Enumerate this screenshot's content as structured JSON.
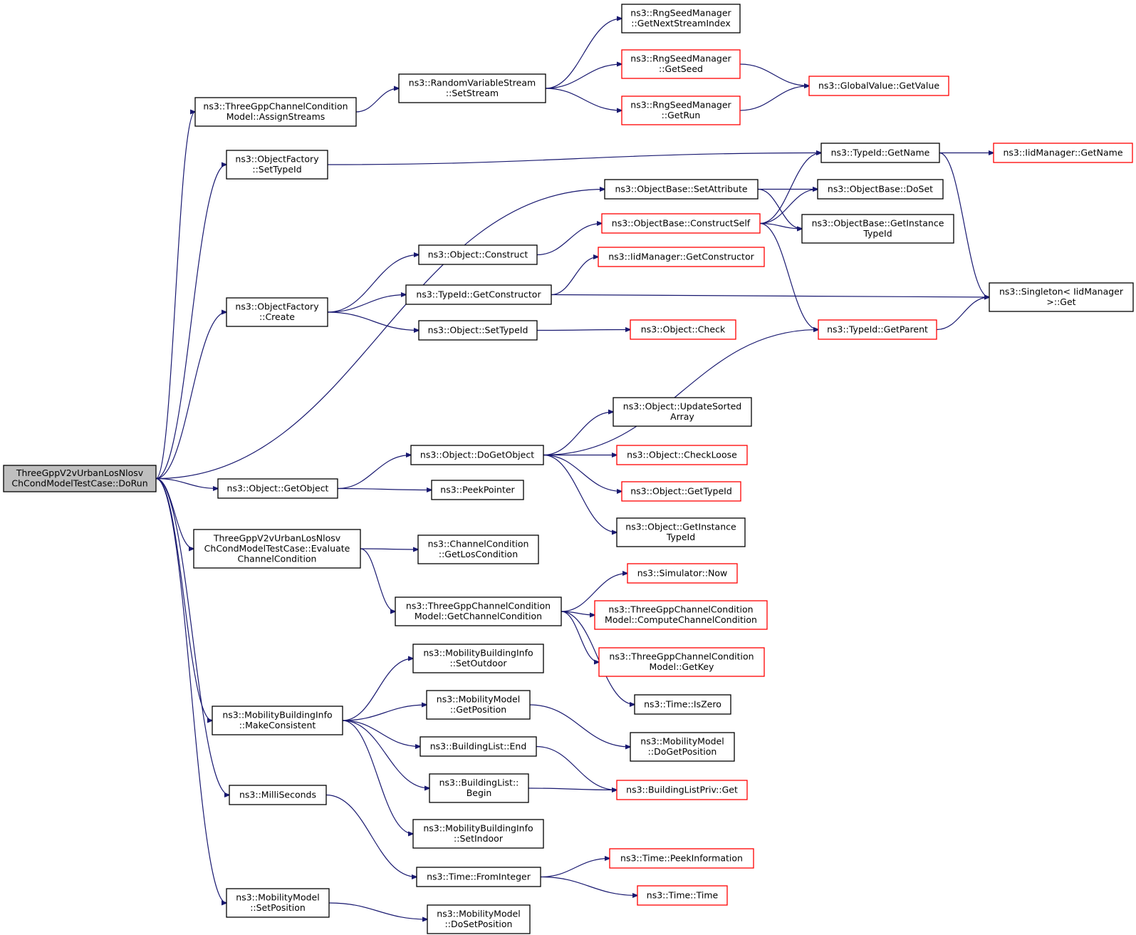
{
  "colors": {
    "edge": "#191970",
    "node_border": "#000000",
    "truncated_border": "#ff0000",
    "root_fill": "#bfbfbf"
  },
  "nodes": {
    "root": {
      "lines": [
        "ThreeGppV2vUrbanLosNlosv",
        "ChCondModelTestCase::DoRun"
      ],
      "style": "root"
    },
    "assignStreams": {
      "lines": [
        "ns3::ThreeGppChannelCondition",
        "Model::AssignStreams"
      ],
      "style": "normal"
    },
    "setStream": {
      "lines": [
        "ns3::RandomVariableStream",
        "::SetStream"
      ],
      "style": "normal"
    },
    "getNextStreamIndex": {
      "lines": [
        "ns3::RngSeedManager",
        "::GetNextStreamIndex"
      ],
      "style": "normal"
    },
    "getSeed": {
      "lines": [
        "ns3::RngSeedManager",
        "::GetSeed"
      ],
      "style": "red"
    },
    "getRun": {
      "lines": [
        "ns3::RngSeedManager",
        "::GetRun"
      ],
      "style": "red"
    },
    "globalGetValue": {
      "lines": [
        "ns3::GlobalValue::GetValue"
      ],
      "style": "red"
    },
    "ofSetTypeId": {
      "lines": [
        "ns3::ObjectFactory",
        "::SetTypeId"
      ],
      "style": "normal"
    },
    "typeIdGetName": {
      "lines": [
        "ns3::TypeId::GetName"
      ],
      "style": "normal"
    },
    "iidGetName": {
      "lines": [
        "ns3::IidManager::GetName"
      ],
      "style": "red"
    },
    "setAttribute": {
      "lines": [
        "ns3::ObjectBase::SetAttribute"
      ],
      "style": "normal"
    },
    "doSet": {
      "lines": [
        "ns3::ObjectBase::DoSet"
      ],
      "style": "normal"
    },
    "constructSelf": {
      "lines": [
        "ns3::ObjectBase::ConstructSelf"
      ],
      "style": "red"
    },
    "obGetInstanceTypeId": {
      "lines": [
        "ns3::ObjectBase::GetInstance",
        "TypeId"
      ],
      "style": "normal"
    },
    "objConstruct": {
      "lines": [
        "ns3::Object::Construct"
      ],
      "style": "normal"
    },
    "iidGetConstructor": {
      "lines": [
        "ns3::IidManager::GetConstructor"
      ],
      "style": "red"
    },
    "ofCreate": {
      "lines": [
        "ns3::ObjectFactory",
        "::Create"
      ],
      "style": "normal"
    },
    "typeIdGetConstructor": {
      "lines": [
        "ns3::TypeId::GetConstructor"
      ],
      "style": "normal"
    },
    "singletonGet": {
      "lines": [
        "ns3::Singleton< IidManager",
        " >::Get"
      ],
      "style": "normal"
    },
    "objSetTypeId": {
      "lines": [
        "ns3::Object::SetTypeId"
      ],
      "style": "normal"
    },
    "objCheck": {
      "lines": [
        "ns3::Object::Check"
      ],
      "style": "red"
    },
    "getParent": {
      "lines": [
        "ns3::TypeId::GetParent"
      ],
      "style": "red"
    },
    "updateSortedArray": {
      "lines": [
        "ns3::Object::UpdateSorted",
        "Array"
      ],
      "style": "normal"
    },
    "doGetObject": {
      "lines": [
        "ns3::Object::DoGetObject"
      ],
      "style": "normal"
    },
    "checkLoose": {
      "lines": [
        "ns3::Object::CheckLoose"
      ],
      "style": "red"
    },
    "getObject": {
      "lines": [
        "ns3::Object::GetObject"
      ],
      "style": "normal"
    },
    "peekPointer": {
      "lines": [
        "ns3::PeekPointer"
      ],
      "style": "normal"
    },
    "objGetTypeId": {
      "lines": [
        "ns3::Object::GetTypeId"
      ],
      "style": "red"
    },
    "objGetInstanceTypeId": {
      "lines": [
        "ns3::Object::GetInstance",
        "TypeId"
      ],
      "style": "normal"
    },
    "evaluate": {
      "lines": [
        "ThreeGppV2vUrbanLosNlosv",
        "ChCondModelTestCase::Evaluate",
        "ChannelCondition"
      ],
      "style": "normal"
    },
    "getLosCondition": {
      "lines": [
        "ns3::ChannelCondition",
        "::GetLosCondition"
      ],
      "style": "normal"
    },
    "simNow": {
      "lines": [
        "ns3::Simulator::Now"
      ],
      "style": "red"
    },
    "getChannelCondition": {
      "lines": [
        "ns3::ThreeGppChannelCondition",
        "Model::GetChannelCondition"
      ],
      "style": "normal"
    },
    "computeChannelCondition": {
      "lines": [
        "ns3::ThreeGppChannelCondition",
        "Model::ComputeChannelCondition"
      ],
      "style": "red"
    },
    "getKey": {
      "lines": [
        "ns3::ThreeGppChannelCondition",
        "Model::GetKey"
      ],
      "style": "red"
    },
    "setOutdoor": {
      "lines": [
        "ns3::MobilityBuildingInfo",
        "::SetOutdoor"
      ],
      "style": "normal"
    },
    "isZero": {
      "lines": [
        "ns3::Time::IsZero"
      ],
      "style": "normal"
    },
    "mmGetPosition": {
      "lines": [
        "ns3::MobilityModel",
        "::GetPosition"
      ],
      "style": "normal"
    },
    "makeConsistent": {
      "lines": [
        "ns3::MobilityBuildingInfo",
        "::MakeConsistent"
      ],
      "style": "normal"
    },
    "doGetPosition": {
      "lines": [
        "ns3::MobilityModel",
        "::DoGetPosition"
      ],
      "style": "normal"
    },
    "blEnd": {
      "lines": [
        "ns3::BuildingList::End"
      ],
      "style": "normal"
    },
    "blBegin": {
      "lines": [
        "ns3::BuildingList::",
        "Begin"
      ],
      "style": "normal"
    },
    "blPrivGet": {
      "lines": [
        "ns3::BuildingListPriv::Get"
      ],
      "style": "red"
    },
    "milliSeconds": {
      "lines": [
        "ns3::MilliSeconds"
      ],
      "style": "normal"
    },
    "setIndoor": {
      "lines": [
        "ns3::MobilityBuildingInfo",
        "::SetIndoor"
      ],
      "style": "normal"
    },
    "peekInformation": {
      "lines": [
        "ns3::Time::PeekInformation"
      ],
      "style": "red"
    },
    "fromInteger": {
      "lines": [
        "ns3::Time::FromInteger"
      ],
      "style": "normal"
    },
    "timeTime": {
      "lines": [
        "ns3::Time::Time"
      ],
      "style": "red"
    },
    "mmSetPosition": {
      "lines": [
        "ns3::MobilityModel",
        "::SetPosition"
      ],
      "style": "normal"
    },
    "doSetPosition": {
      "lines": [
        "ns3::MobilityModel",
        "::DoSetPosition"
      ],
      "style": "normal"
    }
  },
  "edges": [
    [
      "root",
      "assignStreams"
    ],
    [
      "root",
      "ofSetTypeId"
    ],
    [
      "root",
      "setAttribute"
    ],
    [
      "root",
      "ofCreate"
    ],
    [
      "root",
      "getObject"
    ],
    [
      "root",
      "evaluate"
    ],
    [
      "root",
      "makeConsistent"
    ],
    [
      "root",
      "milliSeconds"
    ],
    [
      "root",
      "mmSetPosition"
    ],
    [
      "assignStreams",
      "setStream"
    ],
    [
      "setStream",
      "getNextStreamIndex"
    ],
    [
      "setStream",
      "getSeed"
    ],
    [
      "setStream",
      "getRun"
    ],
    [
      "getSeed",
      "globalGetValue"
    ],
    [
      "getRun",
      "globalGetValue"
    ],
    [
      "ofSetTypeId",
      "typeIdGetName"
    ],
    [
      "typeIdGetName",
      "iidGetName"
    ],
    [
      "typeIdGetName",
      "singletonGet"
    ],
    [
      "setAttribute",
      "doSet"
    ],
    [
      "setAttribute",
      "obGetInstanceTypeId"
    ],
    [
      "constructSelf",
      "typeIdGetName"
    ],
    [
      "constructSelf",
      "doSet"
    ],
    [
      "constructSelf",
      "obGetInstanceTypeId"
    ],
    [
      "constructSelf",
      "getParent"
    ],
    [
      "ofCreate",
      "objConstruct"
    ],
    [
      "ofCreate",
      "typeIdGetConstructor"
    ],
    [
      "ofCreate",
      "objSetTypeId"
    ],
    [
      "objConstruct",
      "constructSelf"
    ],
    [
      "typeIdGetConstructor",
      "iidGetConstructor"
    ],
    [
      "typeIdGetConstructor",
      "singletonGet"
    ],
    [
      "objSetTypeId",
      "objCheck"
    ],
    [
      "getParent",
      "singletonGet"
    ],
    [
      "getObject",
      "doGetObject"
    ],
    [
      "getObject",
      "peekPointer"
    ],
    [
      "doGetObject",
      "getParent"
    ],
    [
      "doGetObject",
      "updateSortedArray"
    ],
    [
      "doGetObject",
      "checkLoose"
    ],
    [
      "doGetObject",
      "objGetTypeId"
    ],
    [
      "doGetObject",
      "objGetInstanceTypeId"
    ],
    [
      "evaluate",
      "getLosCondition"
    ],
    [
      "evaluate",
      "getChannelCondition"
    ],
    [
      "getChannelCondition",
      "simNow"
    ],
    [
      "getChannelCondition",
      "computeChannelCondition"
    ],
    [
      "getChannelCondition",
      "getKey"
    ],
    [
      "getChannelCondition",
      "isZero"
    ],
    [
      "makeConsistent",
      "setOutdoor"
    ],
    [
      "makeConsistent",
      "mmGetPosition"
    ],
    [
      "makeConsistent",
      "blEnd"
    ],
    [
      "makeConsistent",
      "blBegin"
    ],
    [
      "makeConsistent",
      "setIndoor"
    ],
    [
      "mmGetPosition",
      "doGetPosition"
    ],
    [
      "blEnd",
      "blPrivGet"
    ],
    [
      "blBegin",
      "blPrivGet"
    ],
    [
      "milliSeconds",
      "fromInteger"
    ],
    [
      "fromInteger",
      "peekInformation"
    ],
    [
      "fromInteger",
      "timeTime"
    ],
    [
      "mmSetPosition",
      "doSetPosition"
    ]
  ]
}
